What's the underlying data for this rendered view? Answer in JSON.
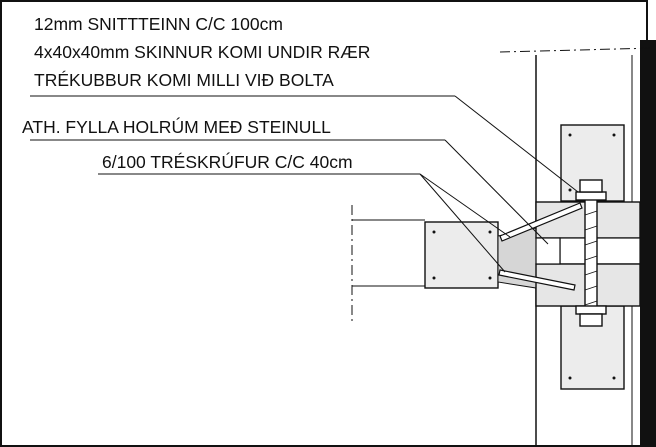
{
  "labels": {
    "bolt": "12mm SNITTTEINN C/C 100cm",
    "batten": "4x40x40mm SKINNUR KOMI UNDIR RÆR",
    "block": "TRÉKUBBUR KOMI MILLI VIÐ BOLTA",
    "insulation": "ATH. FYLLA HOLRÚM MEÐ STEINULL",
    "screws": "6/100 TRÉSKRÚFUR C/C 40cm"
  },
  "colors": {
    "line": "#111111",
    "fill": "#e6e6e6",
    "background": "#ffffff"
  }
}
